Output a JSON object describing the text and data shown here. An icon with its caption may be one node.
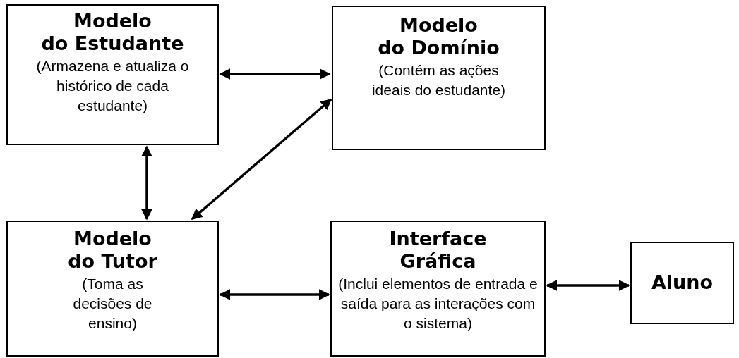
{
  "diagram": {
    "nodes": [
      {
        "text": [
          "Modelo do Estudante",
          "(Armazena e atualiza o histórico de cada estudante)"
        ]
      },
      {
        "text": [
          "Modelo do Domínio",
          "(Contém as ações ideais do estudante)"
        ]
      },
      {
        "text": [
          "Modelo do Tutor",
          "(Toma as decisões de ensino)"
        ]
      },
      {
        "text": [
          "Interface Gráfica",
          "(Inclui elementos  de entrada e saída para as interações com o sistema)"
        ]
      },
      {
        "text": [
          "Aluno"
        ]
      }
    ],
    "edges": [
      {
        "from": 0,
        "to": 1,
        "arrow": "both"
      },
      {
        "from": 0,
        "to": 2,
        "arrow": "both"
      },
      {
        "from": 1,
        "to": 2,
        "arrow": "both"
      },
      {
        "from": 2,
        "to": 3,
        "arrow": "both"
      },
      {
        "from": 3,
        "to": 4,
        "arrow": "both"
      }
    ]
  }
}
